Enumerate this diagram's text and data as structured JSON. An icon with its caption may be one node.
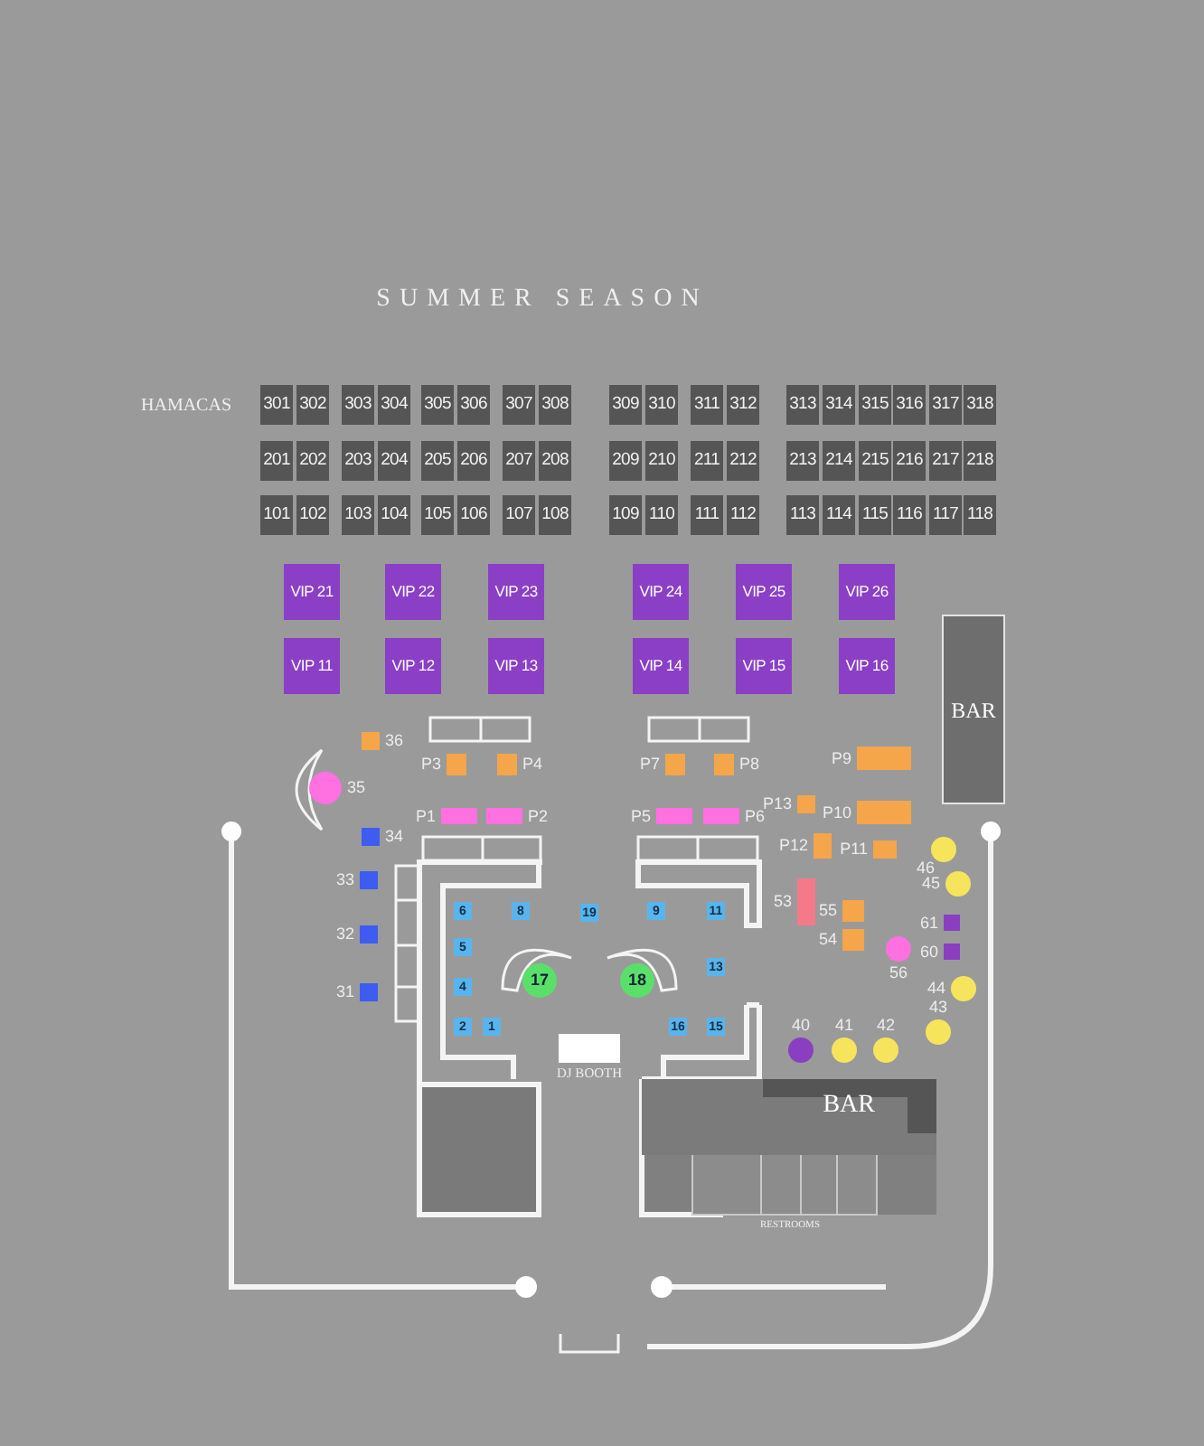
{
  "diagram": {
    "title": "SUMMER SEASON",
    "nodes": [
      {
        "text": [
          "301"
        ]
      },
      {
        "text": [
          "302"
        ]
      },
      {
        "text": [
          "303"
        ]
      },
      {
        "text": [
          "304"
        ]
      },
      {
        "text": [
          "305"
        ]
      },
      {
        "text": [
          "306"
        ]
      },
      {
        "text": [
          "307"
        ]
      },
      {
        "text": [
          "308"
        ]
      },
      {
        "text": [
          "309"
        ]
      },
      {
        "text": [
          "310"
        ]
      },
      {
        "text": [
          "311"
        ]
      },
      {
        "text": [
          "312"
        ]
      },
      {
        "text": [
          "313"
        ]
      },
      {
        "text": [
          "314"
        ]
      },
      {
        "text": [
          "315"
        ]
      },
      {
        "text": [
          "316"
        ]
      },
      {
        "text": [
          "317"
        ]
      },
      {
        "text": [
          "318"
        ]
      },
      {
        "text": [
          "201"
        ]
      },
      {
        "text": [
          "202"
        ]
      },
      {
        "text": [
          "203"
        ]
      },
      {
        "text": [
          "204"
        ]
      },
      {
        "text": [
          "205"
        ]
      },
      {
        "text": [
          "206"
        ]
      },
      {
        "text": [
          "207"
        ]
      },
      {
        "text": [
          "208"
        ]
      },
      {
        "text": [
          "209"
        ]
      },
      {
        "text": [
          "210"
        ]
      },
      {
        "text": [
          "211"
        ]
      },
      {
        "text": [
          "212"
        ]
      },
      {
        "text": [
          "213"
        ]
      },
      {
        "text": [
          "214"
        ]
      },
      {
        "text": [
          "215"
        ]
      },
      {
        "text": [
          "216"
        ]
      },
      {
        "text": [
          "217"
        ]
      },
      {
        "text": [
          "218"
        ]
      },
      {
        "text": [
          "101"
        ]
      },
      {
        "text": [
          "102"
        ]
      },
      {
        "text": [
          "103"
        ]
      },
      {
        "text": [
          "104"
        ]
      },
      {
        "text": [
          "105"
        ]
      },
      {
        "text": [
          "106"
        ]
      },
      {
        "text": [
          "107"
        ]
      },
      {
        "text": [
          "108"
        ]
      },
      {
        "text": [
          "109"
        ]
      },
      {
        "text": [
          "110"
        ]
      },
      {
        "text": [
          "111"
        ]
      },
      {
        "text": [
          "112"
        ]
      },
      {
        "text": [
          "113"
        ]
      },
      {
        "text": [
          "114"
        ]
      },
      {
        "text": [
          "115"
        ]
      },
      {
        "text": [
          "116"
        ]
      },
      {
        "text": [
          "117"
        ]
      },
      {
        "text": [
          "118"
        ]
      },
      {
        "text": [
          "VIP 21"
        ]
      },
      {
        "text": [
          "VIP 22"
        ]
      },
      {
        "text": [
          "VIP 23"
        ]
      },
      {
        "text": [
          "VIP 24"
        ]
      },
      {
        "text": [
          "VIP 25"
        ]
      },
      {
        "text": [
          "VIP 26"
        ]
      },
      {
        "text": [
          "VIP 11"
        ]
      },
      {
        "text": [
          "VIP 12"
        ]
      },
      {
        "text": [
          "VIP 13"
        ]
      },
      {
        "text": [
          "VIP 14"
        ]
      },
      {
        "text": [
          "VIP 15"
        ]
      },
      {
        "text": [
          "VIP 16"
        ]
      },
      {
        "text": [
          "BAR"
        ]
      },
      {
        "text": [],
        "shape": "box",
        "beside": [
          "36"
        ]
      },
      {
        "text": [],
        "shape": "box",
        "beside": [
          "P3"
        ]
      },
      {
        "text": [],
        "shape": "box",
        "beside": [
          "P4"
        ]
      },
      {
        "text": [],
        "shape": "box",
        "beside": [
          "P7"
        ]
      },
      {
        "text": [],
        "shape": "box",
        "beside": [
          "P8"
        ]
      },
      {
        "text": [],
        "shape": "box",
        "beside": [
          "P9"
        ]
      },
      {
        "text": [],
        "shape": "circle",
        "beside": [
          "35"
        ]
      },
      {
        "text": [],
        "shape": "box",
        "beside": [
          "P13"
        ]
      },
      {
        "text": [],
        "shape": "box",
        "beside": [
          "P10"
        ]
      },
      {
        "text": [],
        "shape": "box",
        "beside": [
          "P1"
        ]
      },
      {
        "text": [],
        "shape": "box",
        "beside": [
          "P2"
        ]
      },
      {
        "text": [],
        "shape": "box",
        "beside": [
          "P5"
        ]
      },
      {
        "text": [],
        "shape": "box",
        "beside": [
          "P6"
        ]
      },
      {
        "text": [],
        "shape": "box",
        "beside": [
          "34"
        ]
      },
      {
        "text": [],
        "shape": "box",
        "beside": [
          "P12"
        ]
      },
      {
        "text": [],
        "shape": "box",
        "beside": [
          "P11"
        ]
      },
      {
        "text": [],
        "shape": "circle",
        "beside": [
          "46"
        ]
      },
      {
        "text": [],
        "shape": "box",
        "beside": [
          "53"
        ]
      },
      {
        "text": [],
        "shape": "box",
        "beside": [
          "33"
        ]
      },
      {
        "text": [],
        "shape": "circle",
        "beside": [
          "45"
        ]
      },
      {
        "text": [],
        "shape": "box",
        "beside": [
          "55"
        ]
      },
      {
        "text": [
          "6"
        ]
      },
      {
        "text": [
          "8"
        ]
      },
      {
        "text": [
          "19"
        ]
      },
      {
        "text": [
          "9"
        ]
      },
      {
        "text": [
          "11"
        ]
      },
      {
        "text": [],
        "shape": "box",
        "beside": [
          "61"
        ]
      },
      {
        "text": [],
        "shape": "box",
        "beside": [
          "54"
        ]
      },
      {
        "text": [],
        "shape": "box",
        "beside": [
          "32"
        ]
      },
      {
        "text": [
          "5"
        ]
      },
      {
        "text": [],
        "shape": "box",
        "beside": [
          "60"
        ]
      },
      {
        "text": [],
        "shape": "circle",
        "beside": [
          "56"
        ]
      },
      {
        "text": [
          "13"
        ]
      },
      {
        "text": [
          "17"
        ]
      },
      {
        "text": [
          "18"
        ]
      },
      {
        "text": [
          "4"
        ]
      },
      {
        "text": [],
        "shape": "box",
        "beside": [
          "31"
        ]
      },
      {
        "text": [],
        "shape": "circle",
        "beside": [
          "44"
        ]
      },
      {
        "text": [
          "2"
        ]
      },
      {
        "text": [
          "1"
        ]
      },
      {
        "text": [
          "16"
        ]
      },
      {
        "text": [
          "15"
        ]
      },
      {
        "text": [],
        "shape": "circle",
        "beside": [
          "43"
        ]
      },
      {
        "text": [],
        "shape": "circle",
        "beside": [
          "40"
        ]
      },
      {
        "text": [],
        "shape": "circle",
        "beside": [
          "41"
        ]
      },
      {
        "text": [],
        "shape": "circle",
        "beside": [
          "42"
        ]
      },
      {
        "text": [],
        "shape": "box",
        "beside": [
          "DJ BOOTH"
        ]
      },
      {
        "text": [
          "BAR"
        ]
      }
    ],
    "labels": [
      "HAMACAS",
      "RESTROOMS"
    ]
  }
}
